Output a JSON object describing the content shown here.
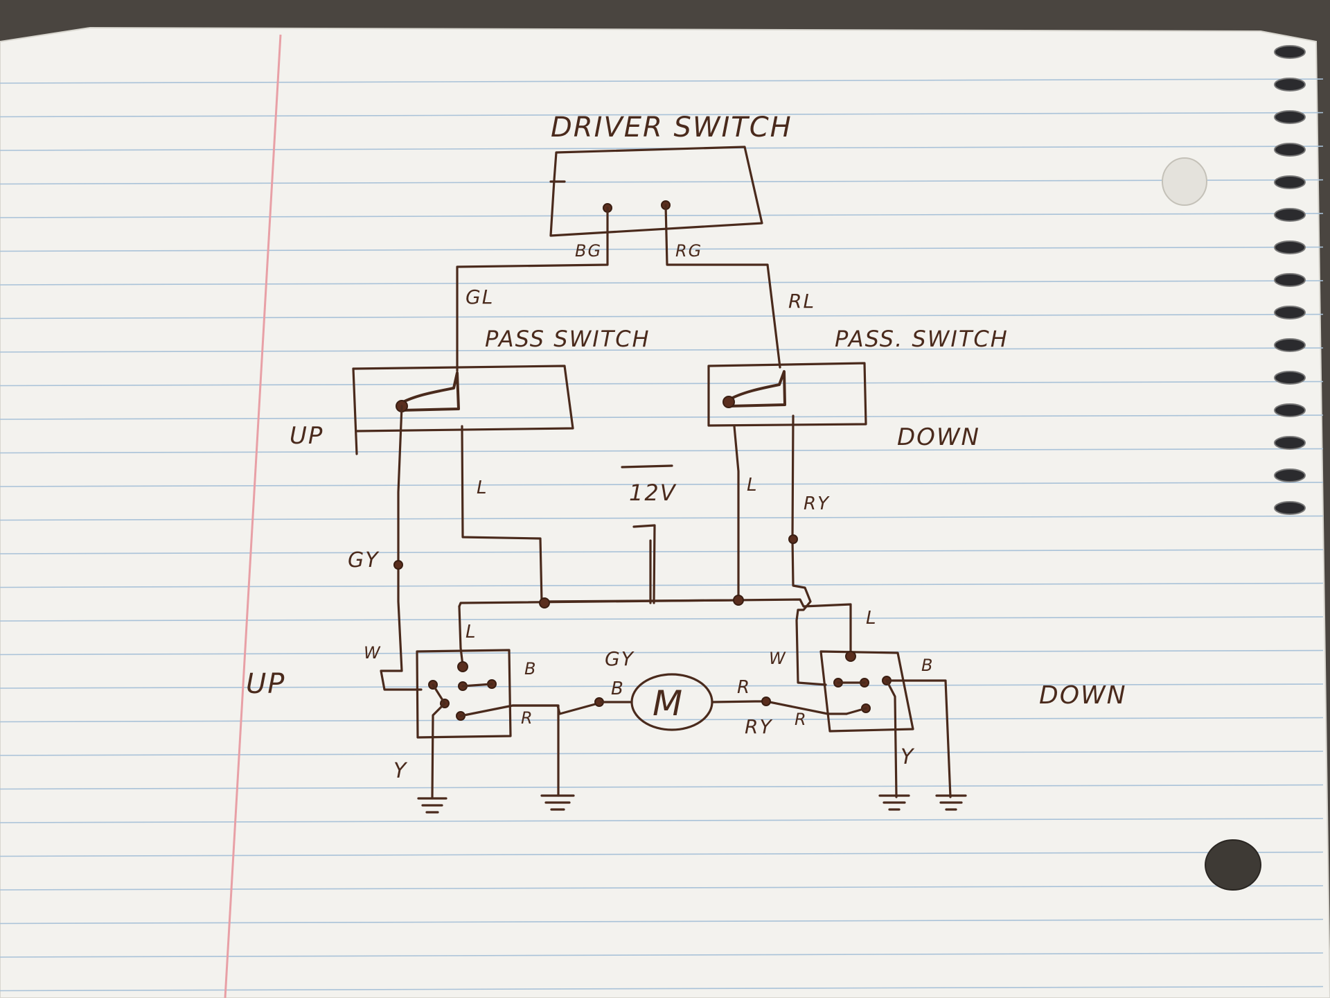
{
  "diagram": {
    "title": "DRIVER SWITCH",
    "driver_switch_wires": {
      "left": "BG",
      "right": "RG"
    },
    "pass_switch_left": {
      "label": "PASS SWITCH",
      "wire_in": "GL",
      "side": "UP"
    },
    "pass_switch_right": {
      "label": "PASS. SWITCH",
      "wire_in": "RL",
      "side": "DOWN"
    },
    "supply_label": "12V",
    "wire_left_out": "L",
    "wire_left_gy": "GY",
    "wire_right_out": "L",
    "wire_right_ry": "RY",
    "relay_left": {
      "side": "UP",
      "top_wire": "L",
      "left_wire": "W",
      "pin_b": "B",
      "pin_r": "R",
      "ground_wire": "Y"
    },
    "relay_right": {
      "side": "DOWN",
      "top_wire": "L",
      "left_wire": "W",
      "pin_b": "B",
      "pin_r": "R",
      "ground_wire": "Y"
    },
    "motor": {
      "label": "M",
      "left_wire": "GY",
      "left_pin": "B",
      "right_pin": "R",
      "right_wire": "RY"
    }
  },
  "colors": {
    "ink": "#4a2a1c",
    "paper": "#f4f3ef",
    "rule": "#a9c2d8",
    "margin": "#e8a0a6"
  }
}
